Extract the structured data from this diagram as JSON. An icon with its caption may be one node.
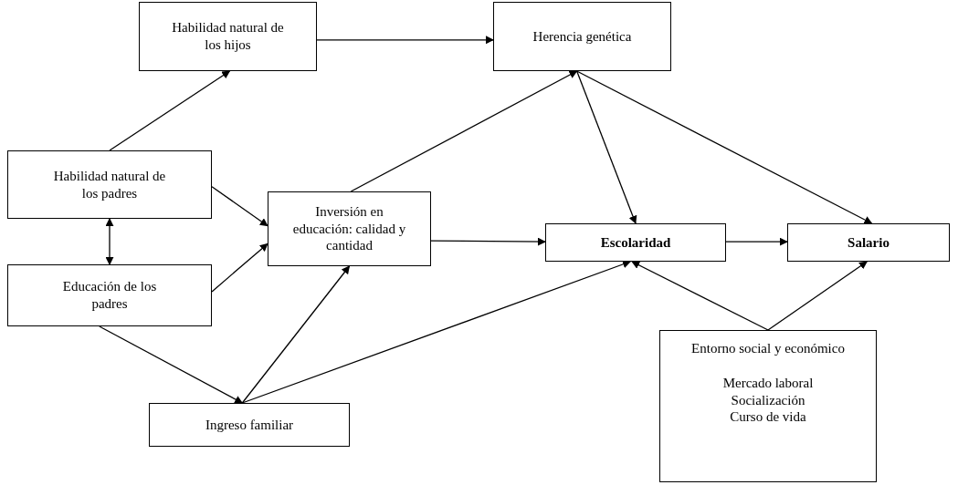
{
  "diagram": {
    "nodes": [
      {
        "text": [
          "Habilidad natural de los hijos"
        ]
      },
      {
        "text": [
          "Herencia genética"
        ]
      },
      {
        "text": [
          "Habilidad natural de los padres"
        ]
      },
      {
        "text": [
          "Educación de los padres"
        ]
      },
      {
        "text": [
          "Inversión en educación: calidad y cantidad"
        ]
      },
      {
        "text": [
          "Escolaridad"
        ]
      },
      {
        "text": [
          "Salario"
        ]
      },
      {
        "text": [
          "Ingreso familiar"
        ]
      },
      {
        "text": [
          "Entorno social y económico",
          "Mercado laboral",
          "Socialización",
          "Curso de vida"
        ]
      }
    ],
    "edges": [
      {
        "from": 2,
        "to": 0,
        "arrow": "to"
      },
      {
        "from": 0,
        "to": 1,
        "arrow": "to"
      },
      {
        "from": 2,
        "to": 3,
        "arrow": "both"
      },
      {
        "from": 2,
        "to": 4,
        "arrow": "to"
      },
      {
        "from": 3,
        "to": 4,
        "arrow": "to"
      },
      {
        "from": 4,
        "to": 1,
        "arrow": "to"
      },
      {
        "from": 1,
        "to": 5,
        "arrow": "to"
      },
      {
        "from": 1,
        "to": 6,
        "arrow": "to"
      },
      {
        "from": 4,
        "to": 5,
        "arrow": "to"
      },
      {
        "from": 5,
        "to": 6,
        "arrow": "to"
      },
      {
        "from": 3,
        "to": 7,
        "arrow": "to"
      },
      {
        "from": 7,
        "to": 4,
        "arrow": "to"
      },
      {
        "from": 7,
        "to": 5,
        "arrow": "to"
      },
      {
        "from": 8,
        "to": 5,
        "arrow": "to"
      },
      {
        "from": 8,
        "to": 6,
        "arrow": "to"
      }
    ]
  }
}
